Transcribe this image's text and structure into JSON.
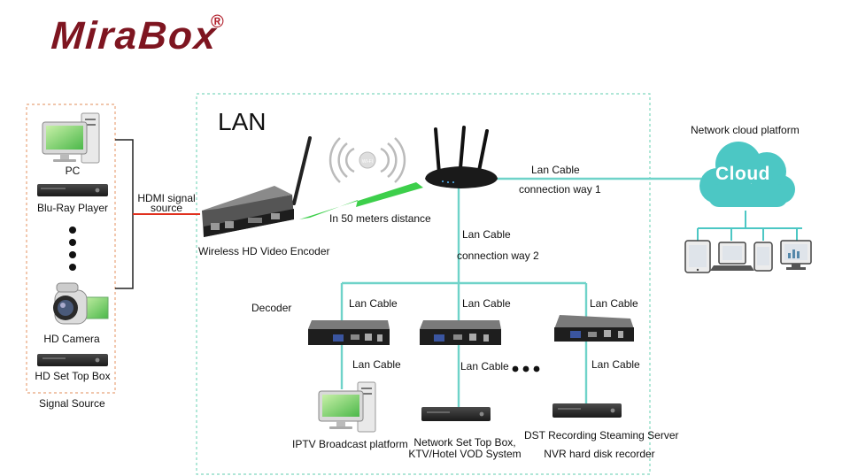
{
  "brand": {
    "logo_text": "MiraBox",
    "registered_mark": "®"
  },
  "colors": {
    "brand_red": "#7e1520",
    "lan_cable": "#6fd3c9",
    "hdmi_cable": "#e0301e",
    "signal_bolt": "#3dcf4b",
    "cloud": "#4cc7c4",
    "dashed_orange": "#e8a47a",
    "dashed_teal": "#7fd8bf"
  },
  "source_panel": {
    "title": "Signal Source",
    "devices": [
      {
        "label": "PC",
        "icon": "pc-monitor-icon"
      },
      {
        "label": "Blu-Ray Player",
        "icon": "bluray-player-icon"
      },
      {
        "label": "HD Camera",
        "icon": "hd-camera-icon"
      },
      {
        "label": "HD Set Top Box",
        "icon": "set-top-box-icon"
      }
    ]
  },
  "hdmi_link": {
    "line1": "HDMI signal",
    "line2": "source"
  },
  "lan_zone": {
    "title": "LAN"
  },
  "encoder": {
    "label": "Wireless HD Video Encoder",
    "icon": "video-encoder-icon"
  },
  "wireless": {
    "distance_label": "In 50 meters distance",
    "badge": "WI-FI",
    "icon": "wifi-signal-icon"
  },
  "router": {
    "icon": "router-icon"
  },
  "cloud_platform": {
    "title": "Network cloud platform",
    "cloud_text": "Cloud",
    "cable_label": "Lan Cable",
    "connection_label": "connection way 1",
    "clients": [
      "tablet-icon",
      "laptop-icon",
      "phone-icon",
      "desktop-icon"
    ]
  },
  "way2": {
    "cable_label": "Lan Cable",
    "connection_label": "connection way 2"
  },
  "decoders": {
    "title": "Decoder",
    "units": [
      {
        "upper_cable": "Lan Cable",
        "lower_cable": "Lan Cable",
        "output_label_1": "IPTV Broadcast platform",
        "output_label_2": ""
      },
      {
        "upper_cable": "Lan Cable",
        "lower_cable": "Lan Cable",
        "output_label_1": "Network Set Top Box,",
        "output_label_2": "KTV/Hotel VOD System"
      },
      {
        "upper_cable": "Lan Cable",
        "lower_cable": "Lan Cable",
        "output_label_1": "DST Recording Steaming Server",
        "output_label_2": "NVR hard disk recorder"
      }
    ]
  }
}
